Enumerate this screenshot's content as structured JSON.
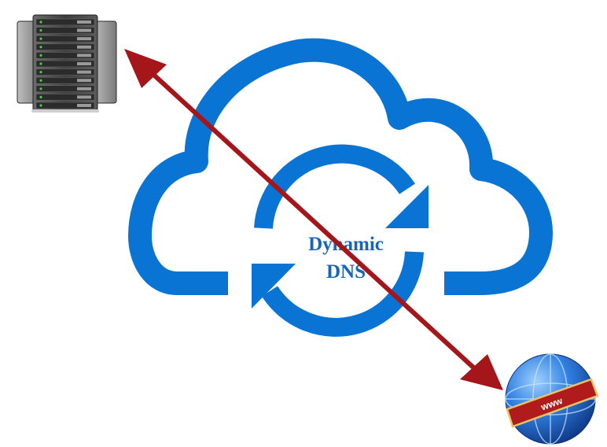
{
  "diagram": {
    "cloud_label_line1": "Dynamic",
    "cloud_label_line2": "DNS",
    "globe_label": "www"
  },
  "colors": {
    "cloud": "#0a74d4",
    "label": "#1565c0",
    "arrow": "#a4161a",
    "ribbon": "#b01c1c",
    "globe": "#1e64c8",
    "server_body": "#4a4a4a"
  },
  "icons": [
    "server-rack-icon",
    "cloud-icon",
    "sync-arrows-icon",
    "double-headed-arrow-icon",
    "www-globe-icon"
  ]
}
